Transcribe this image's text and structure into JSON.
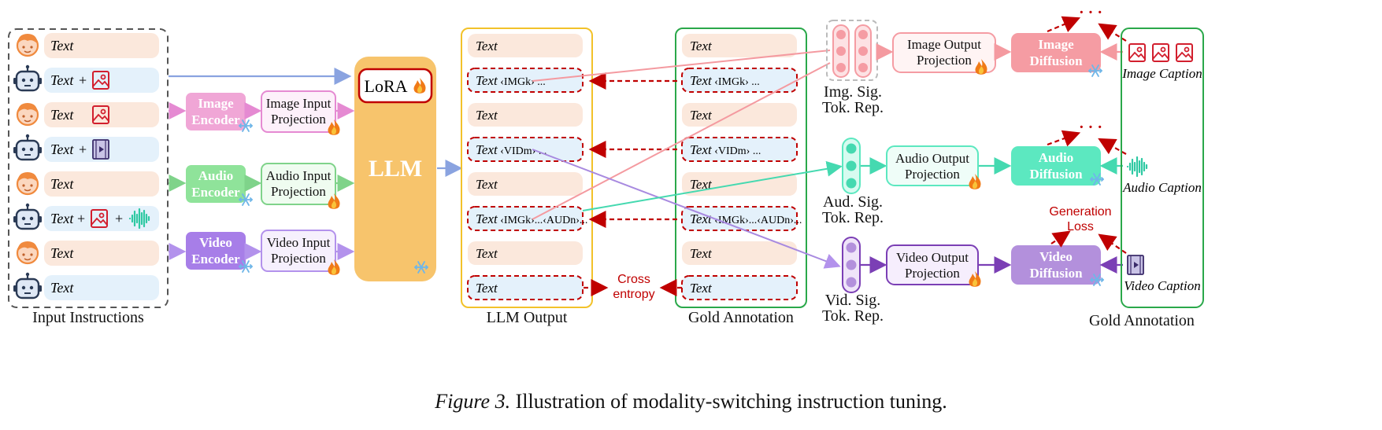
{
  "input": {
    "rows": [
      {
        "role": "user",
        "text": "Text",
        "extra": ""
      },
      {
        "role": "bot",
        "text": "Text",
        "extra": "+ image"
      },
      {
        "role": "user",
        "text": "Text",
        "extra": "image"
      },
      {
        "role": "bot",
        "text": "Text",
        "extra": "+ video"
      },
      {
        "role": "user",
        "text": "Text",
        "extra": ""
      },
      {
        "role": "bot",
        "text": "Text",
        "extra": "+ image + audio"
      },
      {
        "role": "user",
        "text": "Text",
        "extra": ""
      },
      {
        "role": "bot",
        "text": "Text",
        "extra": ""
      }
    ],
    "label": "Input Instructions",
    "plus": "+"
  },
  "encoders": {
    "image": "Image Encoder",
    "audio": "Audio Encoder",
    "video": "Video Encoder",
    "image_l1": "Image",
    "image_l2": "Encoder",
    "audio_l1": "Audio",
    "audio_l2": "Encoder",
    "video_l1": "Video",
    "video_l2": "Encoder"
  },
  "input_proj": {
    "image_l1": "Image Input",
    "image_l2": "Projection",
    "audio_l1": "Audio Input",
    "audio_l2": "Projection",
    "video_l1": "Video Input",
    "video_l2": "Projection"
  },
  "llm": {
    "lora": "LoRA",
    "label": "LLM"
  },
  "llm_output": {
    "label": "LLM Output",
    "rows": [
      {
        "text": "Text",
        "suffix": "",
        "dashed": false
      },
      {
        "text": "Text",
        "suffix": " ‹IMGk› ...",
        "dashed": true
      },
      {
        "text": "Text",
        "suffix": "",
        "dashed": false
      },
      {
        "text": "Text",
        "suffix": " ‹VIDm› ...",
        "dashed": true
      },
      {
        "text": "Text",
        "suffix": "",
        "dashed": false
      },
      {
        "text": "Text",
        "suffix": " ‹IMGk›...‹AUDn›...",
        "dashed": true
      },
      {
        "text": "Text",
        "suffix": "",
        "dashed": false
      },
      {
        "text": "Text",
        "suffix": "",
        "dashed": true
      }
    ]
  },
  "gold": {
    "label": "Gold Annotation",
    "rows": [
      {
        "text": "Text",
        "suffix": "",
        "dashed": false
      },
      {
        "text": "Text",
        "suffix": " ‹IMGk› ...",
        "dashed": true
      },
      {
        "text": "Text",
        "suffix": "",
        "dashed": false
      },
      {
        "text": "Text",
        "suffix": " ‹VIDm› ...",
        "dashed": true
      },
      {
        "text": "Text",
        "suffix": "",
        "dashed": false
      },
      {
        "text": "Text",
        "suffix": " ‹IMGk›...‹AUDn›...",
        "dashed": true
      },
      {
        "text": "Text",
        "suffix": "",
        "dashed": false
      },
      {
        "text": "Text",
        "suffix": "",
        "dashed": true
      }
    ]
  },
  "loss": {
    "cross_l1": "Cross",
    "cross_l2": "entropy",
    "gen_l1": "Generation",
    "gen_l2": "Loss",
    "dots": "· · ·"
  },
  "sig": {
    "img_l1": "Img. Sig.",
    "img_l2": "Tok. Rep.",
    "aud_l1": "Aud. Sig.",
    "aud_l2": "Tok. Rep.",
    "vid_l1": "Vid. Sig.",
    "vid_l2": "Tok. Rep."
  },
  "output_proj": {
    "image_l1": "Image Output",
    "image_l2": "Projection",
    "audio_l1": "Audio Output",
    "audio_l2": "Projection",
    "video_l1": "Video Output",
    "video_l2": "Projection"
  },
  "diffusion": {
    "image_l1": "Image",
    "image_l2": "Diffusion",
    "audio_l1": "Audio",
    "audio_l2": "Diffusion",
    "video_l1": "Video",
    "video_l2": "Diffusion"
  },
  "gold_right": {
    "label": "Gold Annotation",
    "image_caption": "Image Caption",
    "audio_caption": "Audio Caption",
    "video_caption": "Video Caption"
  },
  "figure": {
    "number": "Figure 3.",
    "text": "Illustration of modality-switching instruction tuning."
  },
  "colors": {
    "user_bg": "#fbe8dc",
    "bot_bg": "#e4f1fb",
    "image": "#f0a6d6",
    "audio": "#8fe39a",
    "video": "#a77ee8",
    "llm": "#f7c46c",
    "gold_border": "#2aa84a",
    "llm_out_border": "#f2c22a",
    "dash_red": "#c00000",
    "img_sig": "#f59ca3",
    "aud_sig": "#5ce8c0",
    "vid_sig": "#8a4fc4"
  }
}
